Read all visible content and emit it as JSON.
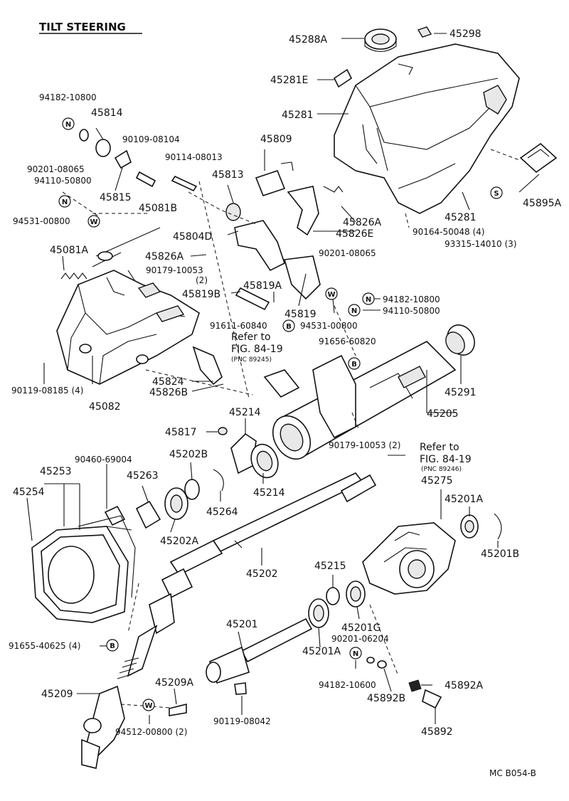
{
  "title": "TILT STEERING",
  "footer_code": "MC B054-B",
  "labels": {
    "p45288A": "45288A",
    "p45298": "45298",
    "p45281E": "45281E",
    "p45281a": "45281",
    "p45281b": "45281",
    "p45895A": "45895A",
    "p90164": "90164-50048 (4)",
    "p93315": "93315-14010 (3)",
    "p94182a": "94182-10800",
    "p45814": "45814",
    "p90109": "90109-08104",
    "p90201a": "90201-08065",
    "p94110a": "94110-50800",
    "p45815": "45815",
    "p90114": "90114-08013",
    "p45809": "45809",
    "p45813": "45813",
    "p94531a": "94531-00800",
    "p45081B": "45081B",
    "p45826A1": "45826A",
    "p45826E": "45826E",
    "p45804D": "45804D",
    "p45081A": "45081A",
    "p45826A2": "45826A",
    "p90201b": "90201-08065",
    "p90179a": "90179-10053",
    "p90179a_qty": "(2)",
    "p45819A": "45819A",
    "p45819B": "45819B",
    "p45819": "45819",
    "p94182b": "94182-10800",
    "p94110b": "94110-50800",
    "p91611": "91611-60840",
    "p94531b": "94531-00800",
    "p_refer1": "Refer to",
    "p_fig1": "FIG. 84-19",
    "p_pnc1": "(PNC 89245)",
    "p91656": "91656-60820",
    "p90119a": "90119-08185 (4)",
    "p45082": "45082",
    "p45824": "45824",
    "p45826B": "45826B",
    "p45291": "45291",
    "p45205": "45205",
    "p45214a": "45214",
    "p45817": "45817",
    "p90179b": "90179-10053 (2)",
    "p_refer2": "Refer to",
    "p_fig2": "FIG. 84-19",
    "p_pnc2": "(PNC 89246)",
    "p90460": "90460-69004",
    "p45202B": "45202B",
    "p45253": "45253",
    "p45263": "45263",
    "p45254": "45254",
    "p45214b": "45214",
    "p45275": "45275",
    "p45201A1": "45201A",
    "p45264": "45264",
    "p45202A": "45202A",
    "p45201B": "45201B",
    "p45202": "45202",
    "p45215": "45215",
    "p45201": "45201",
    "p45201G": "45201G",
    "p90201c": "90201-06204",
    "p91655": "91655-40625 (4)",
    "p45201A2": "45201A",
    "p94182c": "94182-10600",
    "p45209A": "45209A",
    "p45892A": "45892A",
    "p45892B": "45892B",
    "p45209": "45209",
    "p94512": "94512-00800 (2)",
    "p90119b": "90119-08042",
    "p45892": "45892"
  },
  "symbols": {
    "N": "N",
    "W": "W",
    "S": "S",
    "B": "B"
  }
}
